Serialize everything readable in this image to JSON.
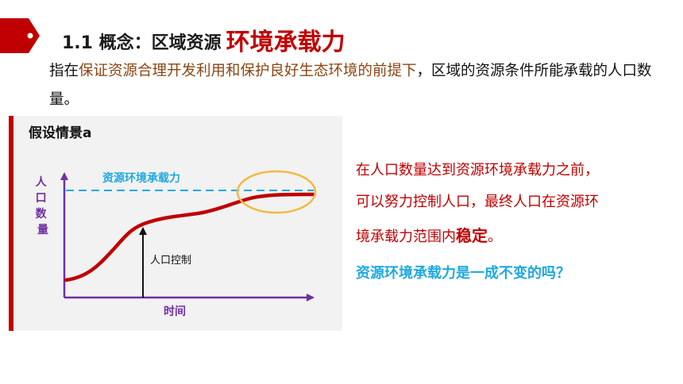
{
  "title": {
    "prefix": "1.1 概念：区域资源",
    "emphasis": "环境承载力"
  },
  "definition": {
    "before": "指在",
    "highlight": "保证资源合理开发利用和保护良好生态环境的前提下",
    "after": "，区域的资源条件所能承载的人口数量。"
  },
  "diagram": {
    "panel_title": "假设情景a",
    "y_axis_label": "人口数量",
    "x_axis_label": "时间",
    "capacity_label": "资源环境承载力",
    "arrow_label": "人口控制"
  },
  "explanation": {
    "line1": "在人口数量达到资源环境承载力之前，",
    "line2": "可以努力控制人口，最终人口在资源环",
    "line3_before": "境承载力范围内",
    "line3_strong": "稳定",
    "line3_after": "。"
  },
  "question": "资源环境承载力是一成不变的吗？",
  "colors": {
    "accent_red": "#c00000",
    "axis_purple": "#7030a0",
    "capacity_blue": "#1fa9e0",
    "highlight_orange": "#f4b942",
    "definition_brown": "#8b4513"
  }
}
